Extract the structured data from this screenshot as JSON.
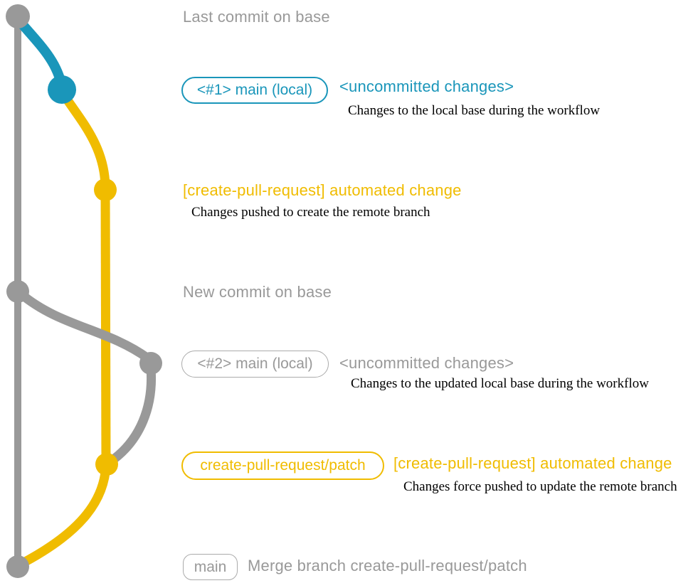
{
  "colors": {
    "gray": "#999999",
    "gray_border": "#ababab",
    "teal": "#1a96ba",
    "yellow": "#f0bc00",
    "ink": "#000000",
    "background": "#ffffff"
  },
  "graph": {
    "branches": [
      {
        "name": "base (remote)",
        "color_key": "gray"
      },
      {
        "name": "main (local) #1",
        "color_key": "teal"
      },
      {
        "name": "create-pull-request/patch",
        "color_key": "yellow"
      },
      {
        "name": "main (local) #2",
        "color_key": "gray"
      }
    ],
    "commits": [
      {
        "id": "last-commit-on-base",
        "branch": "base",
        "color_key": "gray"
      },
      {
        "id": "local-main-1-uncommitted",
        "branch": "main (local) #1",
        "color_key": "teal"
      },
      {
        "id": "patch-commit-1",
        "branch": "create-pull-request/patch",
        "color_key": "yellow"
      },
      {
        "id": "new-commit-on-base",
        "branch": "base",
        "color_key": "gray"
      },
      {
        "id": "local-main-2-uncommitted",
        "branch": "main (local) #2",
        "color_key": "gray"
      },
      {
        "id": "patch-commit-2-force-pushed",
        "branch": "create-pull-request/patch",
        "color_key": "yellow"
      },
      {
        "id": "merge-commit",
        "branch": "base",
        "color_key": "gray"
      }
    ]
  },
  "annotations": {
    "last_commit": "Last commit on base",
    "branch1_badge": "<#1> main (local)",
    "branch1_status": "<uncommitted changes>",
    "branch1_desc": "Changes to the local base during the workflow",
    "push1_label": "[create-pull-request] automated change",
    "push1_desc": "Changes pushed to create the remote branch",
    "new_commit": "New commit on base",
    "branch2_badge": "<#2> main (local)",
    "branch2_status": "<uncommitted changes>",
    "branch2_desc": "Changes to the updated local base during the workflow",
    "patch_badge": "create-pull-request/patch",
    "push2_label": "[create-pull-request] automated change",
    "push2_desc": "Changes force pushed to update the remote branch",
    "main_badge": "main",
    "merge_message": "Merge branch create-pull-request/patch"
  }
}
